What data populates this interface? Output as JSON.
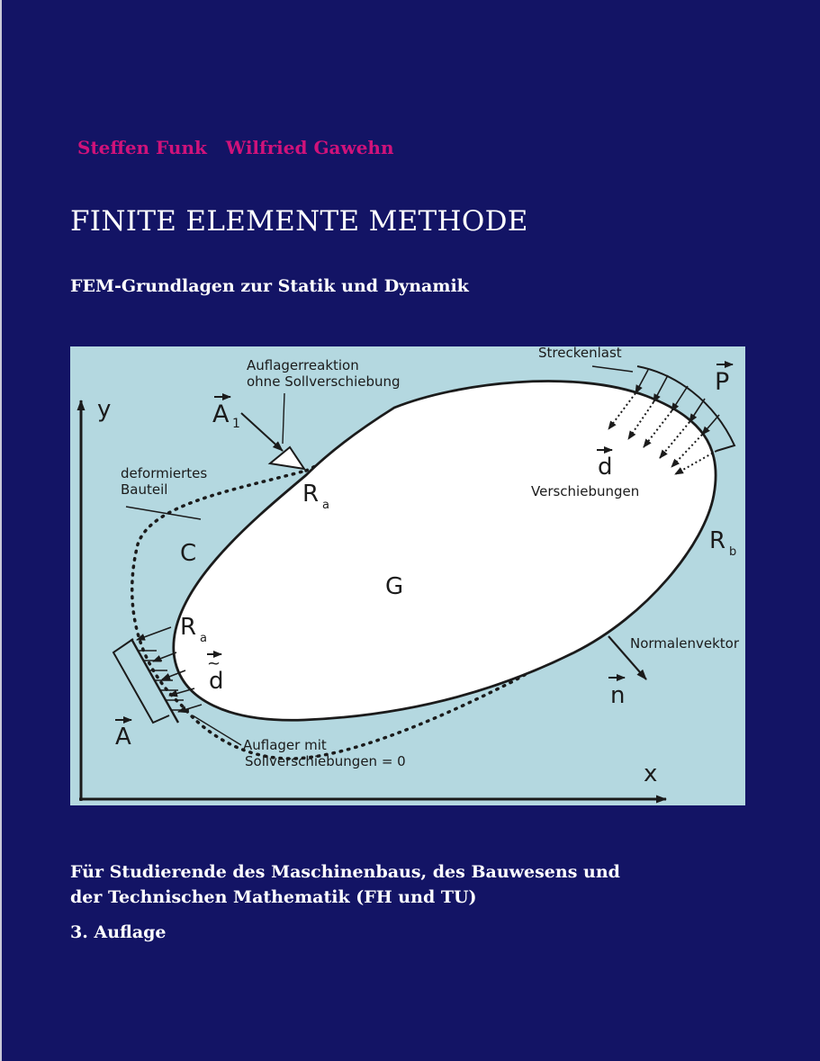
{
  "cover": {
    "authors": "Steffen Funk   Wilfried Gawehn",
    "title": "FINITE ELEMENTE METHODE",
    "subtitle": "FEM-Grundlagen zur Statik und Dynamik",
    "audience_line1": "Für Studierende des Maschinenbaus, des Bauwesens und",
    "audience_line2": "der Technischen Mathematik (FH und TU)",
    "edition": "3. Auflage"
  },
  "colors": {
    "background": "#131465",
    "author_magenta": "#d0127a",
    "figure_background": "#b4d8e0"
  },
  "figure": {
    "axis_y": "y",
    "axis_x": "x",
    "domain_label": "G",
    "boundary_c": "C",
    "boundary_ra": "R",
    "boundary_ra_sub": "a",
    "boundary_rb": "R",
    "boundary_rb_sub": "b",
    "deformed_part_line1": "deformiertes",
    "deformed_part_line2": "Bauteil",
    "reaction_line1": "Auflagerreaktion",
    "reaction_line2": "ohne Sollverschiebung",
    "reaction_vector": "A",
    "reaction_vector_sub": "1",
    "distributed_load": "Streckenlast",
    "load_vector": "P",
    "displacement_vector": "d",
    "displacements": "Verschiebungen",
    "normal_vector_label": "Normalenvektor",
    "normal_vector": "n",
    "prescribed_displacement_vector": "d",
    "support_vector": "A",
    "support_line1": "Auflager mit",
    "support_line2": "Sollverschiebungen = 0"
  }
}
